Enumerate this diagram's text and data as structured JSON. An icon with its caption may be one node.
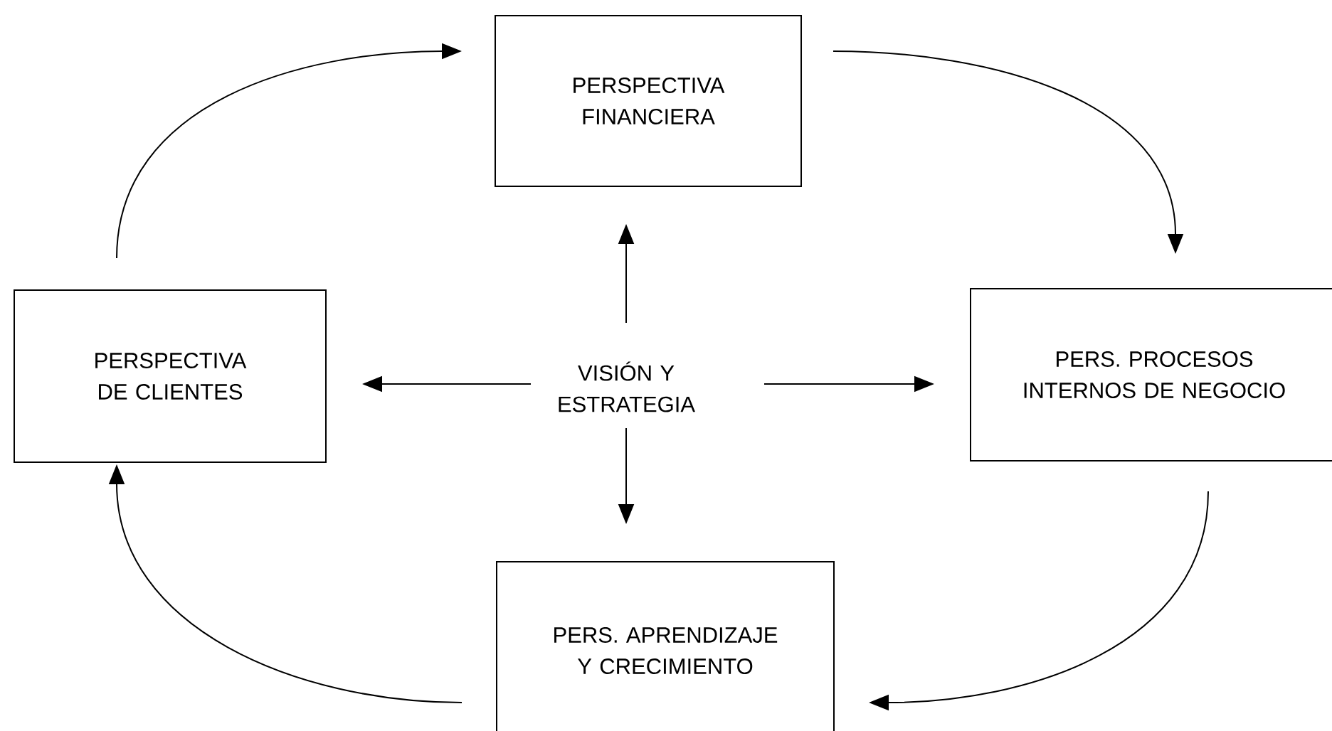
{
  "diagram": {
    "nodes": [
      {
        "text": [
          "PERSPECTIVA FINANCIERA"
        ]
      },
      {
        "text": [
          "PERSPECTIVA DE CLIENTES"
        ]
      },
      {
        "text": [
          "VISIÓN Y ESTRATEGIA"
        ]
      },
      {
        "text": [
          "PERS. PROCESOS INTERNOS DE NEGOCIO"
        ]
      },
      {
        "text": [
          "PERS. APRENDIZAJE Y CRECIMIENTO"
        ]
      }
    ],
    "edges": [
      {
        "from": 2,
        "to": 0,
        "arrow": "to"
      },
      {
        "from": 2,
        "to": 1,
        "arrow": "to"
      },
      {
        "from": 2,
        "to": 3,
        "arrow": "to"
      },
      {
        "from": 2,
        "to": 4,
        "arrow": "to"
      },
      {
        "from": 1,
        "to": 0,
        "arrow": "to"
      },
      {
        "from": 0,
        "to": 3,
        "arrow": "to"
      },
      {
        "from": 3,
        "to": 4,
        "arrow": "to"
      },
      {
        "from": 4,
        "to": 1,
        "arrow": "to"
      }
    ]
  }
}
